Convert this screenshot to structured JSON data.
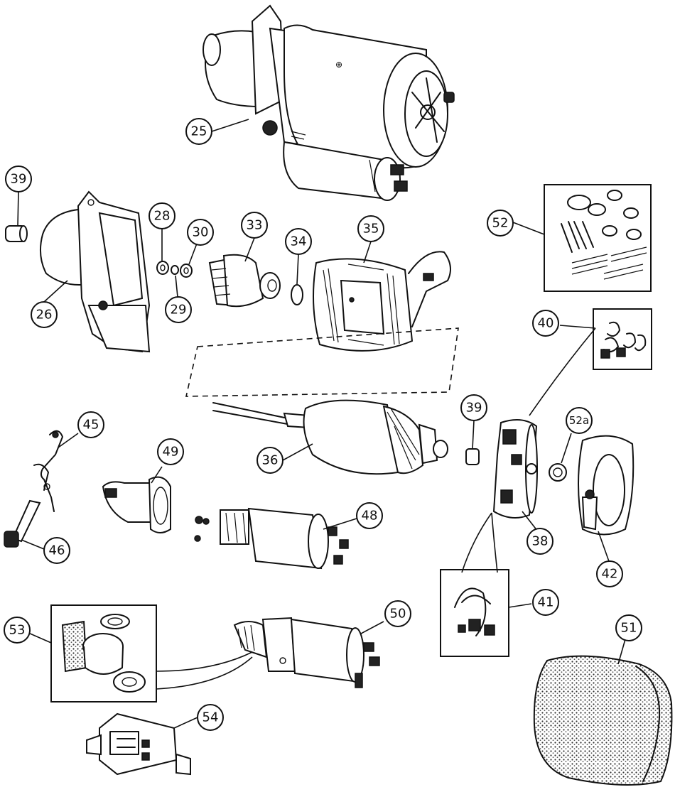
{
  "callouts": [
    {
      "id": "25",
      "label": "25"
    },
    {
      "id": "26",
      "label": "26"
    },
    {
      "id": "28",
      "label": "28"
    },
    {
      "id": "29",
      "label": "29"
    },
    {
      "id": "30",
      "label": "30"
    },
    {
      "id": "33",
      "label": "33"
    },
    {
      "id": "34",
      "label": "34"
    },
    {
      "id": "35",
      "label": "35"
    },
    {
      "id": "36",
      "label": "36"
    },
    {
      "id": "38",
      "label": "38"
    },
    {
      "id": "39a",
      "label": "39"
    },
    {
      "id": "39b",
      "label": "39"
    },
    {
      "id": "40",
      "label": "40"
    },
    {
      "id": "41",
      "label": "41"
    },
    {
      "id": "42",
      "label": "42"
    },
    {
      "id": "45",
      "label": "45"
    },
    {
      "id": "46",
      "label": "46"
    },
    {
      "id": "48",
      "label": "48"
    },
    {
      "id": "49",
      "label": "49"
    },
    {
      "id": "50",
      "label": "50"
    },
    {
      "id": "51",
      "label": "51"
    },
    {
      "id": "52",
      "label": "52"
    },
    {
      "id": "52a",
      "label": "52a"
    },
    {
      "id": "53",
      "label": "53"
    },
    {
      "id": "54",
      "label": "54"
    }
  ]
}
